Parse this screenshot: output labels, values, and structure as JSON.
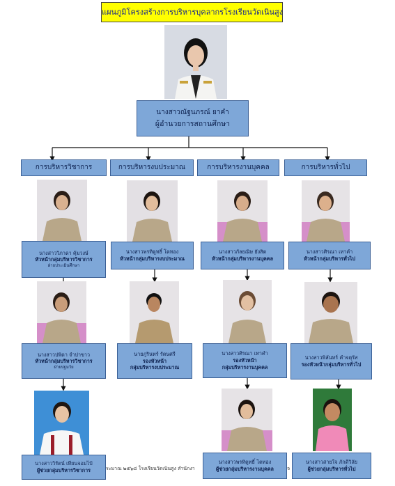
{
  "title": "แผนภูมิโครงสร้างการบริหารบุคลากรโรงเรียนวัดเนินสูง",
  "director": {
    "name": "นางสาวณัฐนภรณ์  ยาคำ",
    "position": "ผู้อำนวยการสถานศึกษา"
  },
  "departments": [
    {
      "label": "การบริหารวิชาการ"
    },
    {
      "label": "การบริหารงบประมาณ"
    },
    {
      "label": "การบริหารงานบุคคล"
    },
    {
      "label": "การบริหารทั่วไป"
    }
  ],
  "academic": [
    {
      "name": "นางสาววิภาดา คุ้มวงษ์",
      "position": "หัวหน้ากลุ่มบริหารวิชาการ",
      "extra": "ฝ่ายประเมินศึกษา"
    },
    {
      "name": "นางสาวปพิดา จำปาขาว",
      "position": "หัวหน้ากลุ่มบริหารวิชาการ",
      "extra": "ฝ่ายปฐมวัย"
    },
    {
      "name": "นางสาววิรัตน์ เทียนจอมไป๋",
      "position": "ผู้ช่วยกลุ่มบริหารวิชาการ"
    }
  ],
  "budget": [
    {
      "name": "นางสาวพรทิตูทธิ์ โตทอง",
      "position": "หัวหน้ากลุ่มบริหารงบประมาณ"
    },
    {
      "name": "นายภูรินทร์ รัตนศรี",
      "position": "รองหัวหน้า",
      "extra": "กลุ่มบริหารงบประมาณ"
    }
  ],
  "personnel": [
    {
      "name": "นางสาวกัลยณิษ ยังสิต",
      "position": "หัวหน้ากลุ่มบริหารงานบุคคล"
    },
    {
      "name": "นางสาวศิรณา เทาคำ",
      "position": "รองหัวหน้า",
      "extra": "กลุ่มบริหารงานบุคคล"
    },
    {
      "name": "นางสาวพรทิตูทธิ์ โตทอง",
      "position": "ผู้ช่วยกลุ่มบริหารงานบุคคล"
    }
  ],
  "general": [
    {
      "name": "นางสาวศิรณา เทาคำ",
      "position": "หัวหน้ากลุ่มบริหารทั่วไป"
    },
    {
      "name": "นางสาวพิลันทร์ คำจตุรัส",
      "position": "รองหัวหน้ากลุ่มบริหารทั่วไป"
    },
    {
      "name": "นางสาวสายใจ ภักดีวิลัย",
      "position": "ผู้ช่วยกลุ่มบริหารทั่วไป"
    }
  ],
  "footer": "ระมาณ ๒๕๖๘ โรงเรียนวัดเนินสูง สำนักงา",
  "footer_tail": "จ"
}
